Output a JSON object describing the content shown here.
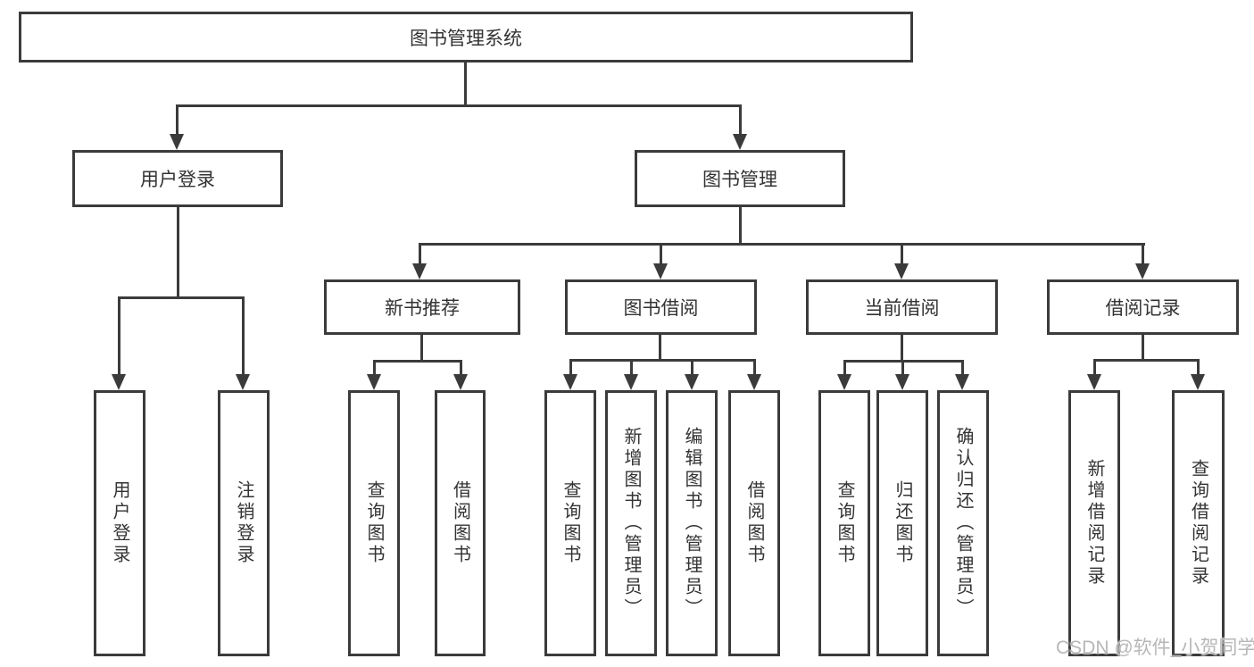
{
  "watermark": "CSDN @软件_小贺同学",
  "colors": {
    "line": "#3b3b3b",
    "text": "#333333",
    "background": "#ffffff",
    "watermark": "#b7b7b7"
  },
  "tree": {
    "root": {
      "label": "图书管理系统",
      "children": [
        {
          "label": "用户登录",
          "children": [
            {
              "label": "用户登录"
            },
            {
              "label": "注销登录"
            }
          ]
        },
        {
          "label": "图书管理",
          "children": [
            {
              "label": "新书推荐",
              "children": [
                {
                  "label": "查询图书"
                },
                {
                  "label": "借阅图书"
                }
              ]
            },
            {
              "label": "图书借阅",
              "children": [
                {
                  "label": "查询图书"
                },
                {
                  "label": "新增图书（管理员）"
                },
                {
                  "label": "编辑图书（管理员）"
                },
                {
                  "label": "借阅图书"
                }
              ]
            },
            {
              "label": "当前借阅",
              "children": [
                {
                  "label": "查询图书"
                },
                {
                  "label": "归还图书"
                },
                {
                  "label": "确认归还（管理员）"
                }
              ]
            },
            {
              "label": "借阅记录",
              "children": [
                {
                  "label": "新增借阅记录"
                },
                {
                  "label": "查询借阅记录"
                }
              ]
            }
          ]
        }
      ]
    }
  }
}
